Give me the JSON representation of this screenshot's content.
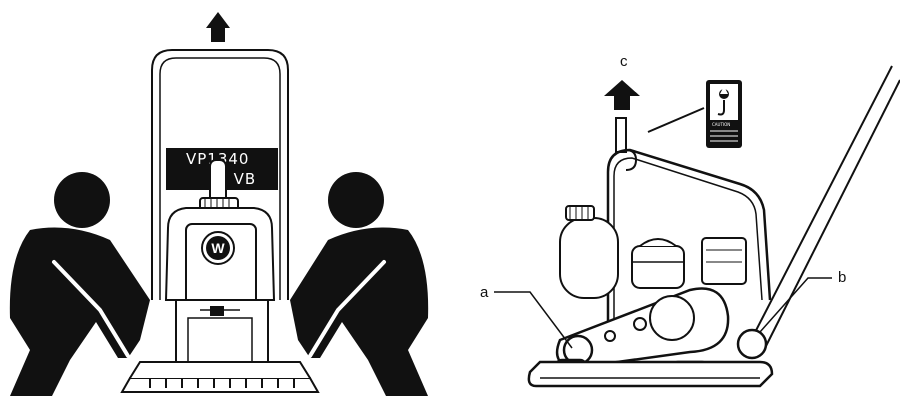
{
  "figure": {
    "front_view": {
      "model_line1": "VP1340",
      "model_line2": "W VB",
      "logo_letter": "W"
    },
    "side_view": {
      "callouts": {
        "a": "a",
        "b": "b",
        "c": "c"
      },
      "decal_caption": "CAUTION"
    }
  },
  "colors": {
    "ink": "#111111",
    "paper": "#ffffff",
    "screen_gray": "#e6e6e6",
    "mid_gray": "#bdbdbd"
  }
}
